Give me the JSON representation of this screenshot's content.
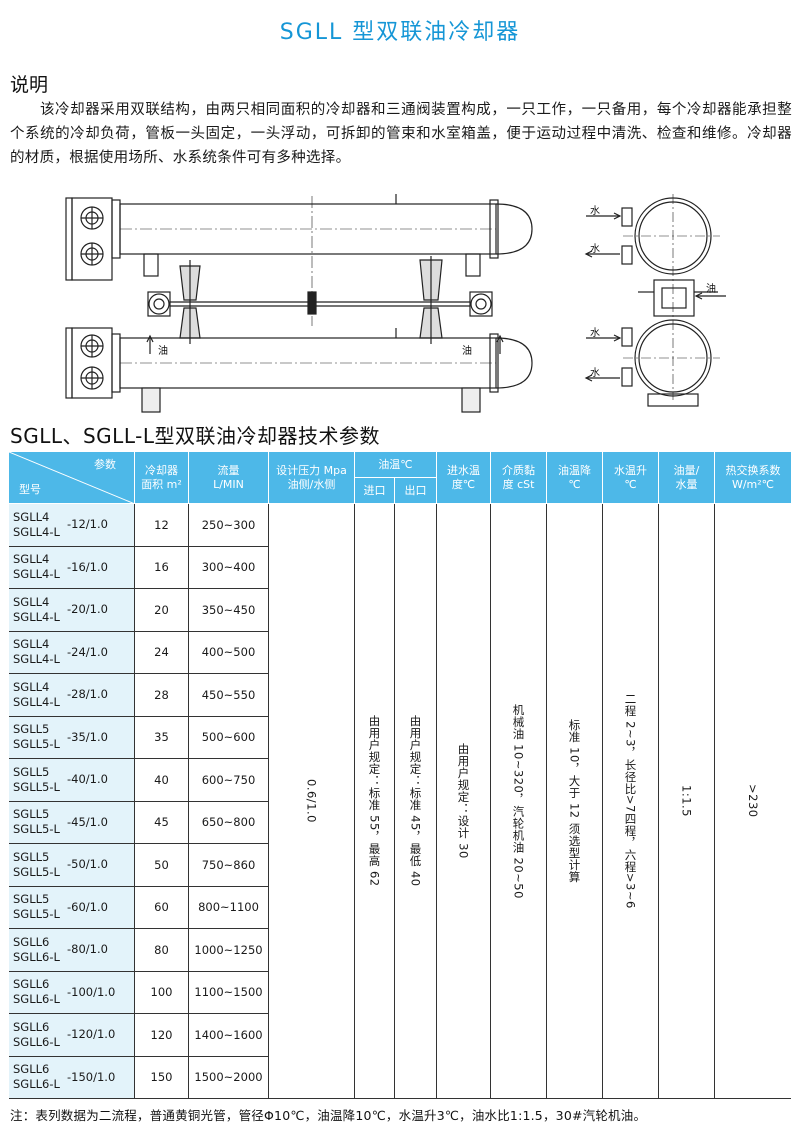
{
  "title": "SGLL 型双联油冷却器",
  "description": {
    "heading": "说明",
    "text": "该冷却器采用双联结构，由两只相同面积的冷却器和三通阀装置构成，一只工作，一只备用，每个冷却器能承担整个系统的冷却负荷，管板一头固定，一头浮动，可拆卸的管束和水室箱盖，便于运动过程中清洗、检查和维修。冷却器的材质，根据使用场所、水系统条件可有多种选择。"
  },
  "drawing": {
    "labels": {
      "oil_left": "油",
      "oil_right": "油",
      "oil_side": "油",
      "water_1": "水",
      "water_2": "水",
      "water_3": "水",
      "water_4": "水"
    }
  },
  "table": {
    "heading": "SGLL、SGLL-L型双联油冷却器技术参数",
    "headers": {
      "param": "参数",
      "model": "型号",
      "area": "冷却器",
      "area_unit": "面积 m²",
      "flow": "流量",
      "flow_unit": "L/MIN",
      "pressure": "设计压力 Mpa",
      "pressure_sub": "油侧/水侧",
      "oil_temp": "油温℃",
      "oil_in": "进口",
      "oil_out": "出口",
      "water_in": "进水温",
      "water_in_unit": "度℃",
      "viscosity": "介质黏",
      "viscosity_unit": "度 cSt",
      "oil_drop": "油温降",
      "oil_drop_unit": "℃",
      "water_rise": "水温升",
      "water_rise_unit": "℃",
      "ratio": "油量/",
      "ratio_unit": "水量",
      "heat": "热交换系数",
      "heat_unit": "W/m²℃"
    },
    "rows": [
      {
        "m1": "SGLL4",
        "m2": "SGLL4-L",
        "suffix": "-12/1.0",
        "area": "12",
        "flow": "250~300"
      },
      {
        "m1": "SGLL4",
        "m2": "SGLL4-L",
        "suffix": "-16/1.0",
        "area": "16",
        "flow": "300~400"
      },
      {
        "m1": "SGLL4",
        "m2": "SGLL4-L",
        "suffix": "-20/1.0",
        "area": "20",
        "flow": "350~450"
      },
      {
        "m1": "SGLL4",
        "m2": "SGLL4-L",
        "suffix": "-24/1.0",
        "area": "24",
        "flow": "400~500"
      },
      {
        "m1": "SGLL4",
        "m2": "SGLL4-L",
        "suffix": "-28/1.0",
        "area": "28",
        "flow": "450~550"
      },
      {
        "m1": "SGLL5",
        "m2": "SGLL5-L",
        "suffix": "-35/1.0",
        "area": "35",
        "flow": "500~600"
      },
      {
        "m1": "SGLL5",
        "m2": "SGLL5-L",
        "suffix": "-40/1.0",
        "area": "40",
        "flow": "600~750"
      },
      {
        "m1": "SGLL5",
        "m2": "SGLL5-L",
        "suffix": "-45/1.0",
        "area": "45",
        "flow": "650~800"
      },
      {
        "m1": "SGLL5",
        "m2": "SGLL5-L",
        "suffix": "-50/1.0",
        "area": "50",
        "flow": "750~860"
      },
      {
        "m1": "SGLL5",
        "m2": "SGLL5-L",
        "suffix": "-60/1.0",
        "area": "60",
        "flow": "800~1100"
      },
      {
        "m1": "SGLL6",
        "m2": "SGLL6-L",
        "suffix": "-80/1.0",
        "area": "80",
        "flow": "1000~1250"
      },
      {
        "m1": "SGLL6",
        "m2": "SGLL6-L",
        "suffix": "-100/1.0",
        "area": "100",
        "flow": "1100~1500"
      },
      {
        "m1": "SGLL6",
        "m2": "SGLL6-L",
        "suffix": "-120/1.0",
        "area": "120",
        "flow": "1400~1600"
      },
      {
        "m1": "SGLL6",
        "m2": "SGLL6-L",
        "suffix": "-150/1.0",
        "area": "150",
        "flow": "1500~2000"
      }
    ],
    "merged": {
      "pressure": "0.6/1.0",
      "oil_in": "由用户规定：标准 55，最高 62",
      "oil_out": "由用户规定：标准 45，最低 40",
      "water_in": "由用户规定：设计 30",
      "viscosity": "机械油 10~320，汽轮机油 20~50",
      "oil_drop": "标准 10，大于 12 须选型计算",
      "water_rise": "二程 2~3，长径比>7四程，六程>3~6",
      "ratio": "1:1.5",
      "heat": ">230"
    }
  },
  "note": "注：表列数据为二流程，普通黄铜光管，管径Φ10℃，油温降10℃，水温升3℃，油水比1:1.5，30#汽轮机油。"
}
